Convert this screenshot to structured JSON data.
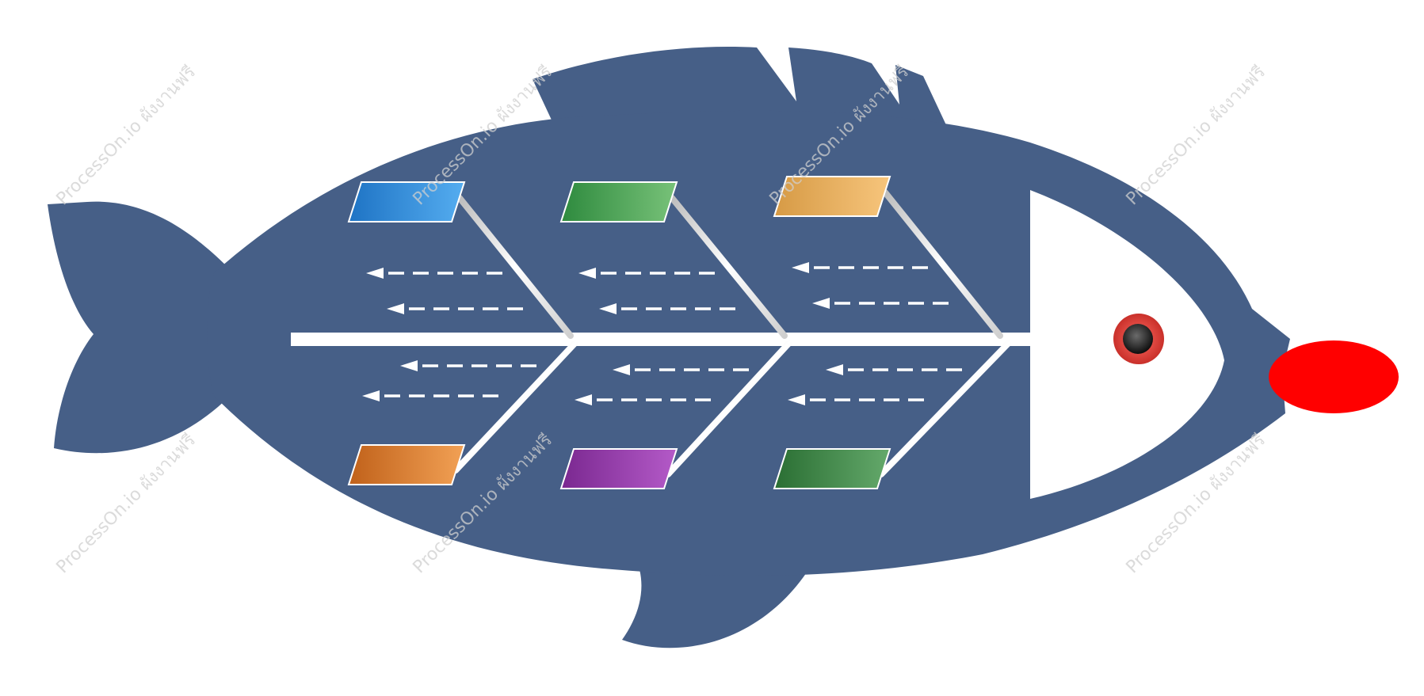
{
  "diagram": {
    "type": "fishbone",
    "colors": {
      "body": "#465f87",
      "head": "#ffffff",
      "mouth": "#ff0000",
      "eye_outer": "#d9423b",
      "eye_inner": "#1a1a1a",
      "spine": "#ffffff",
      "bone": "#d8d8d8",
      "arrow": "#ffffff"
    },
    "categories": [
      {
        "name": "category-top-1",
        "position": "top",
        "gradient": [
          "#1e73c4",
          "#55adf0"
        ],
        "label": ""
      },
      {
        "name": "category-top-2",
        "position": "top",
        "gradient": [
          "#2e8a3e",
          "#78c279"
        ],
        "label": ""
      },
      {
        "name": "category-top-3",
        "position": "top",
        "gradient": [
          "#d69a45",
          "#f7c57c"
        ],
        "label": ""
      },
      {
        "name": "category-bottom-1",
        "position": "bottom",
        "gradient": [
          "#c0611a",
          "#f2a155"
        ],
        "label": ""
      },
      {
        "name": "category-bottom-2",
        "position": "bottom",
        "gradient": [
          "#7a2890",
          "#b45ac8"
        ],
        "label": ""
      },
      {
        "name": "category-bottom-3",
        "position": "bottom",
        "gradient": [
          "#2a6e33",
          "#64a96b"
        ],
        "label": ""
      }
    ]
  },
  "watermark": {
    "text": "ProcessOn.io ผังงานฟรี"
  }
}
